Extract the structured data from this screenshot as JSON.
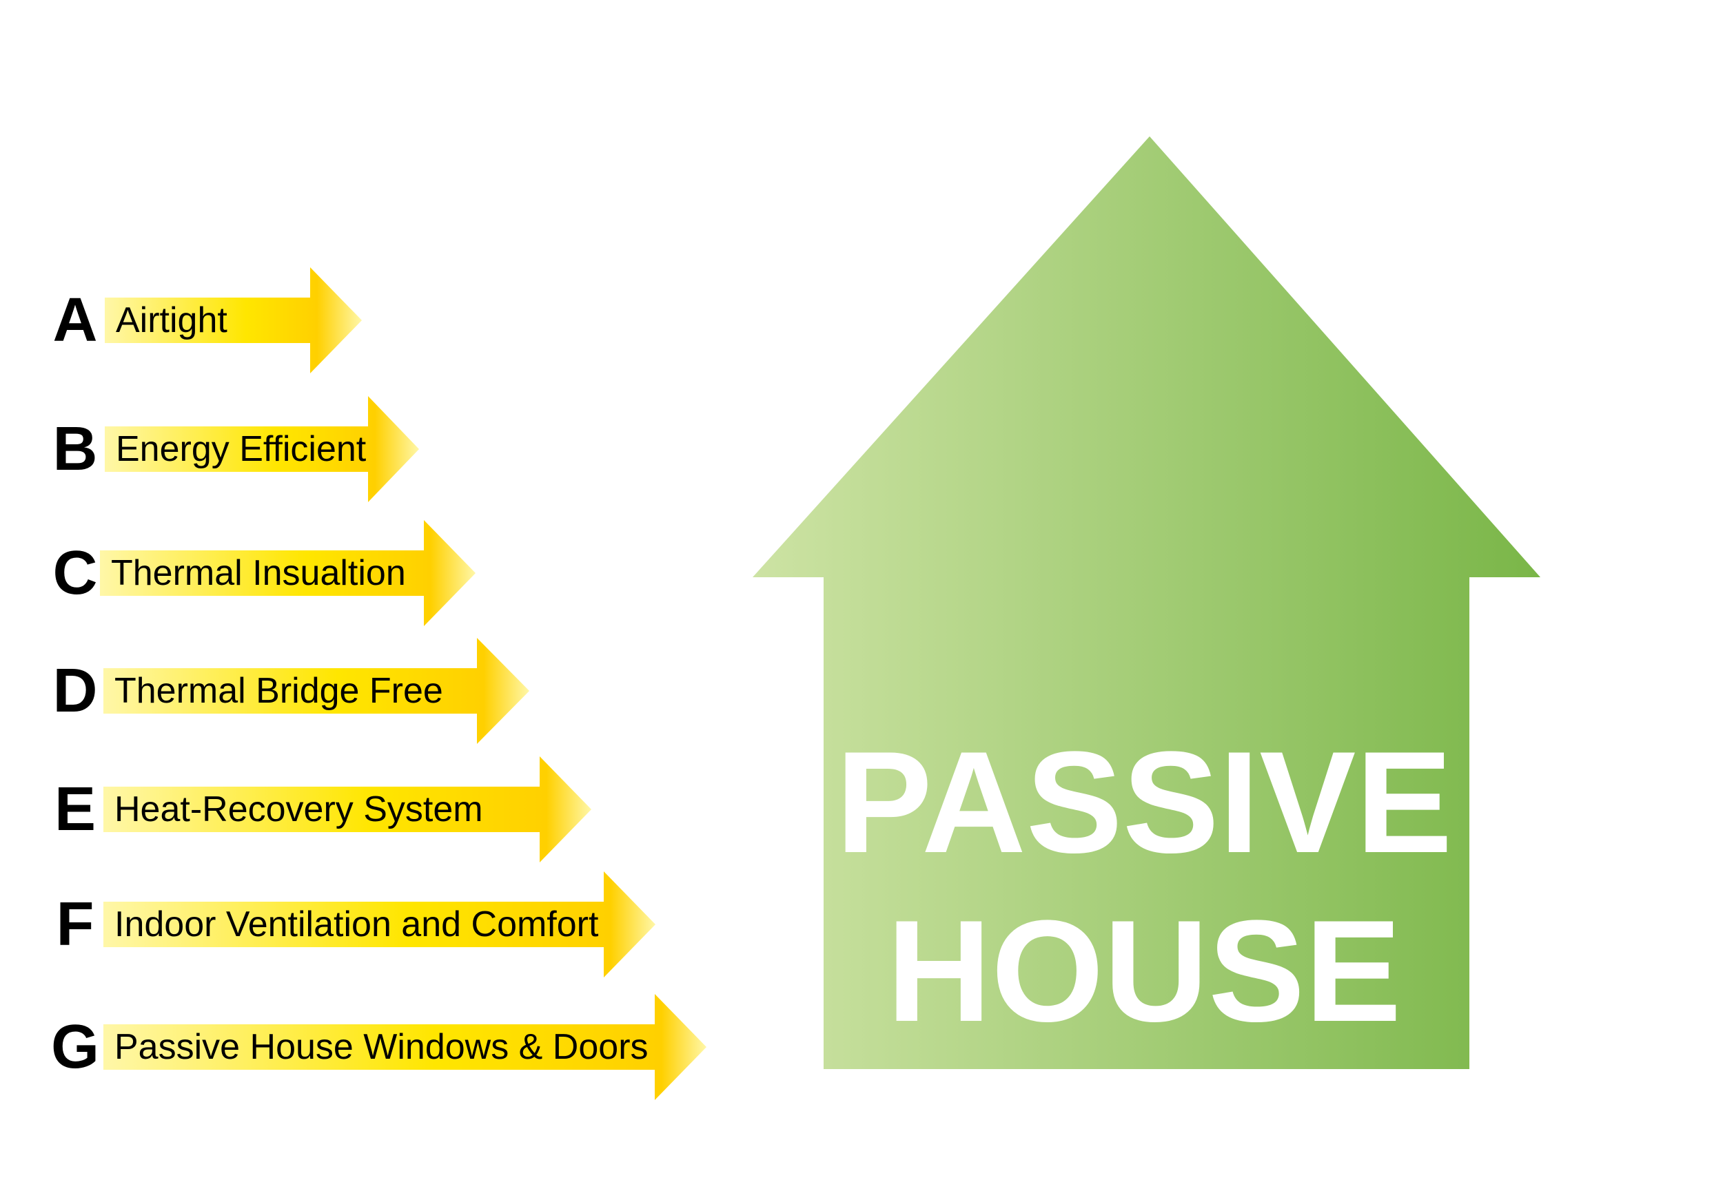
{
  "colors": {
    "arrow_light": "#fff7a8",
    "arrow_mid": "#ffe600",
    "arrow_dark": "#ffd000",
    "house_light": "#cde3a4",
    "house_dark": "#7ab648",
    "house_text": "#ffffff"
  },
  "items": [
    {
      "letter": "A",
      "label": "Airtight"
    },
    {
      "letter": "B",
      "label": "Energy Efficient"
    },
    {
      "letter": "C",
      "label": "Thermal Insualtion"
    },
    {
      "letter": "D",
      "label": "Thermal Bridge Free"
    },
    {
      "letter": "E",
      "label": "Heat-Recovery System"
    },
    {
      "letter": "F",
      "label": "Indoor Ventilation and Comfort"
    },
    {
      "letter": "G",
      "label": "Passive House Windows & Doors"
    }
  ],
  "house": {
    "line1": "PASSIVE",
    "line2": "HOUSE"
  }
}
